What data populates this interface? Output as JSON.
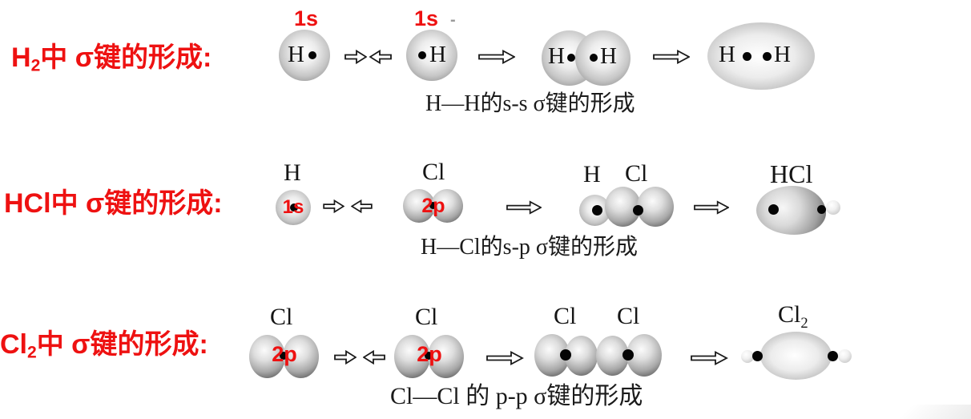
{
  "colors": {
    "accent_red": "#ee1111",
    "ink": "#1b1b1b"
  },
  "rows": {
    "h2": {
      "label_pre": "H",
      "label_sub": "2",
      "label_post": "中 σ键的形成:",
      "orb1": "1s",
      "orb2": "1s",
      "stray": "-",
      "atom": "H",
      "caption": "H—H的s-s σ键的形成"
    },
    "hcl": {
      "label_pre": "HCl",
      "label_post": "中 σ键的形成:",
      "atom_h": "H",
      "atom_cl": "Cl",
      "orb_h": "1s",
      "orb_cl": "2p",
      "molecule": "HCl",
      "caption": "H—Cl的s-p σ键的形成"
    },
    "cl2": {
      "label_pre": "Cl",
      "label_sub": "2",
      "label_post": "中 σ键的形成:",
      "atom": "Cl",
      "orb": "2p",
      "molecule_pre": "Cl",
      "molecule_sub": "2",
      "caption": "Cl—Cl 的 p-p σ键的形成"
    }
  }
}
